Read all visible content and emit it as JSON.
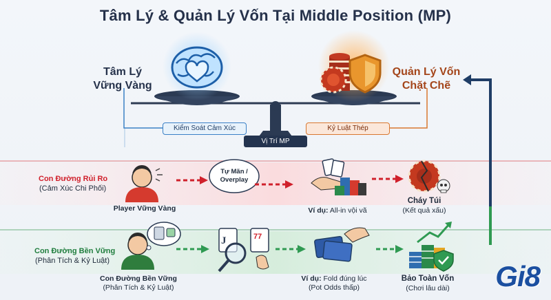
{
  "title": "Tâm Lý & Quản Lý Vốn Tại Middle Position (MP)",
  "top": {
    "left_title": [
      "Tâm Lý",
      "Vững Vàng"
    ],
    "right_title": [
      "Quản Lý Vốn",
      "Chặt Chẽ"
    ],
    "left_pill": "Kiểm Soát Cảm Xúc",
    "right_pill": "Kỷ Luật Thép",
    "center_pill": "Vị Trí MP"
  },
  "risk_row": {
    "label": "Con Đường Rủi Ro",
    "sublabel": "(Cảm Xúc Chi Phối)",
    "player_caption": "Player Vững Vàng",
    "bubble": [
      "Tự Mãn /",
      "Overplay"
    ],
    "example_bold": "Ví dụ:",
    "example_text": " All-in vội vã",
    "result_title": "Cháy Túi",
    "result_sub": "(Kết quả xấu)"
  },
  "safe_row": {
    "label": "Con Đường Bền Vững",
    "sublabel": "(Phân Tích & Kỷ Luật)",
    "player_caption": "Con Đường Bền Vững",
    "player_subcaption": "(Phân Tích & Kỷ Luật)",
    "example_bold": "Ví dụ:",
    "example_text": " Fold đúng lúc",
    "example_sub": "(Pot Odds thấp)",
    "result_title": "Bảo Toàn Vốn",
    "result_sub": "(Chơi lâu dài)",
    "card_left": "J",
    "card_right": "77"
  },
  "logo": "Gi8",
  "colors": {
    "risk": "#d0202b",
    "safe": "#1f7d3d",
    "navy": "#24344f",
    "accent_blue": "#3a80c6",
    "accent_orange": "#d9772f"
  }
}
